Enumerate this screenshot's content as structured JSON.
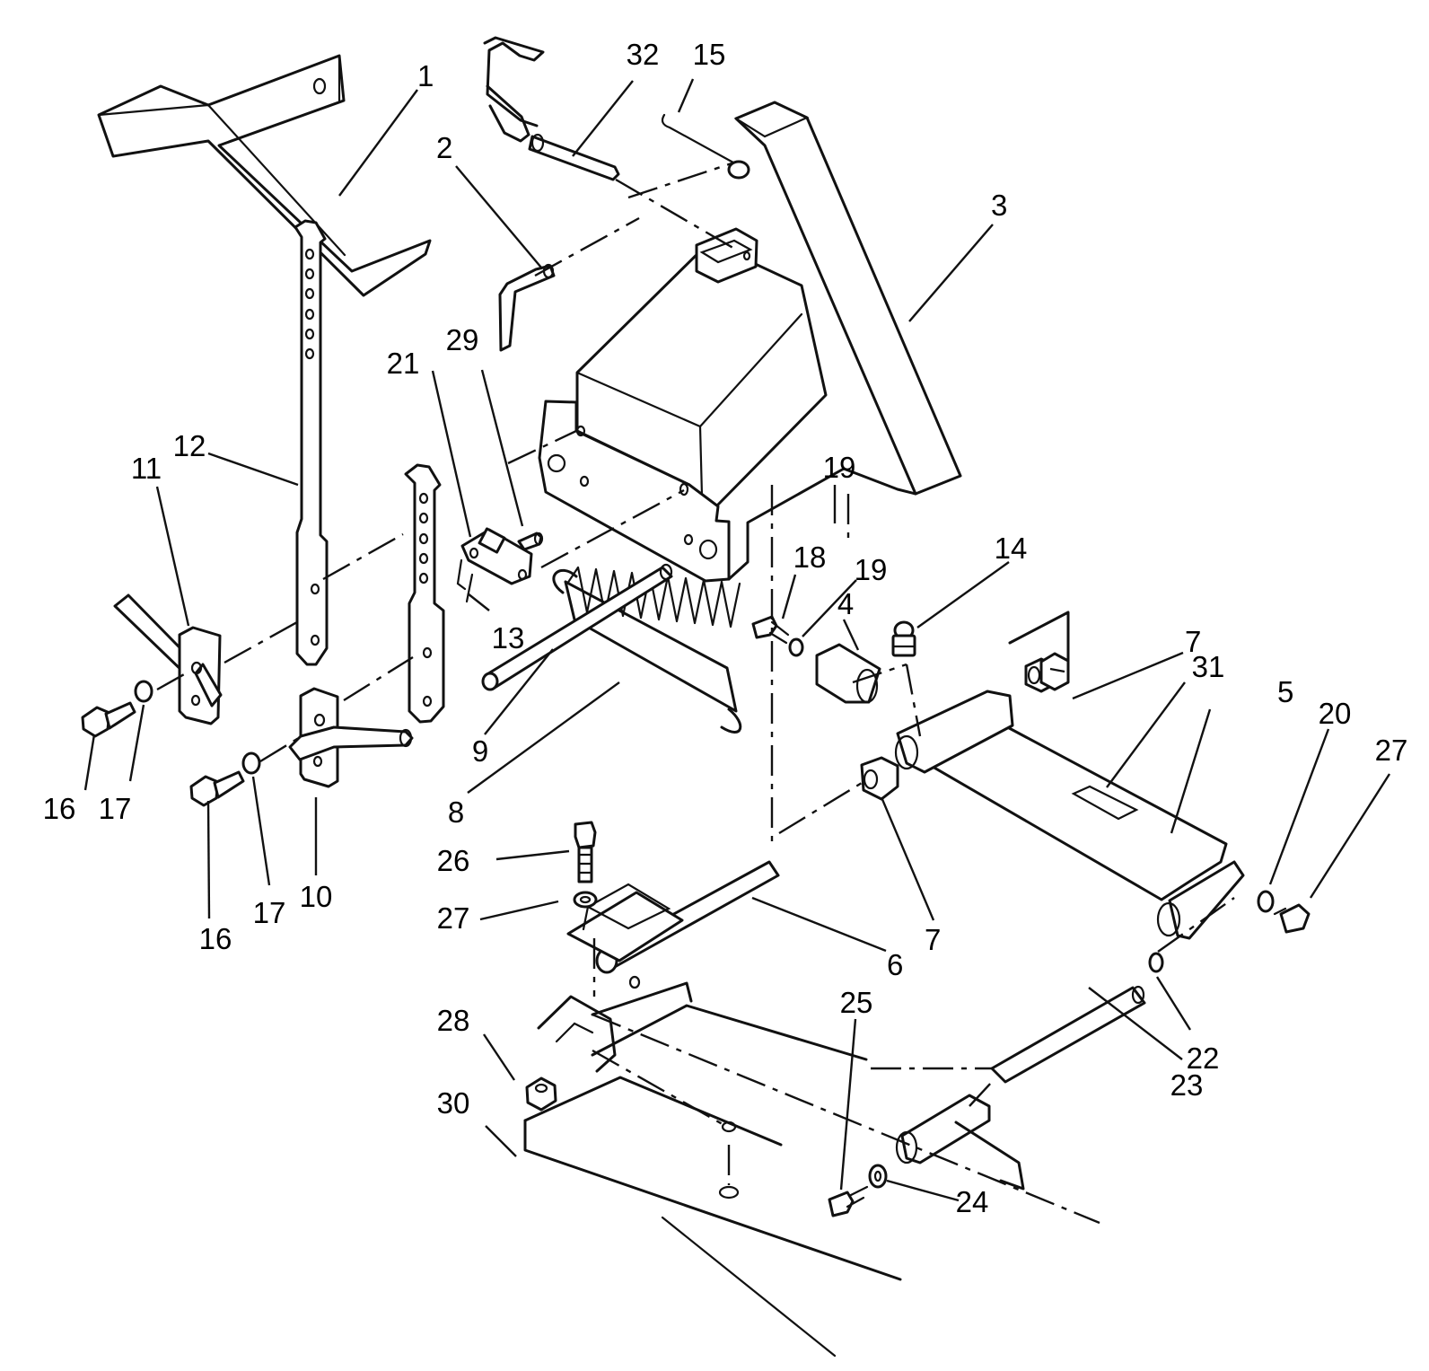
{
  "diagram": {
    "callouts": [
      "1",
      "2",
      "3",
      "4",
      "5",
      "6",
      "7",
      "7",
      "8",
      "9",
      "10",
      "11",
      "12",
      "13",
      "14",
      "15",
      "16",
      "16",
      "17",
      "17",
      "18",
      "19",
      "19",
      "20",
      "21",
      "22",
      "23",
      "24",
      "25",
      "26",
      "27",
      "27",
      "28",
      "29",
      "30",
      "31",
      "32"
    ]
  },
  "colors": {
    "line": "#111111",
    "background": "#ffffff"
  }
}
